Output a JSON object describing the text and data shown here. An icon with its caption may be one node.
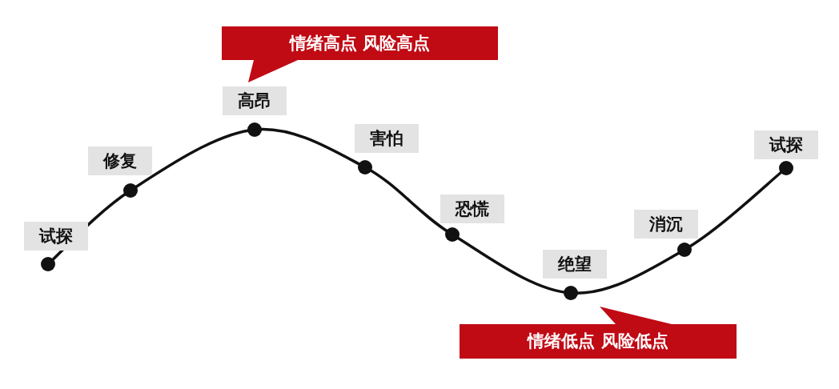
{
  "diagram": {
    "nodes": [
      {
        "text": [
          "情绪高点 风险高点"
        ]
      },
      {
        "text": [
          "试探"
        ]
      },
      {
        "text": [
          "修复"
        ]
      },
      {
        "text": [
          "高昂"
        ]
      },
      {
        "text": [
          "害怕"
        ]
      },
      {
        "text": [
          "恐慌"
        ]
      },
      {
        "text": [
          "绝望"
        ]
      },
      {
        "text": [
          "消沉"
        ]
      },
      {
        "text": [
          "试探"
        ]
      },
      {
        "text": [
          "情绪低点 风险低点"
        ]
      }
    ]
  }
}
